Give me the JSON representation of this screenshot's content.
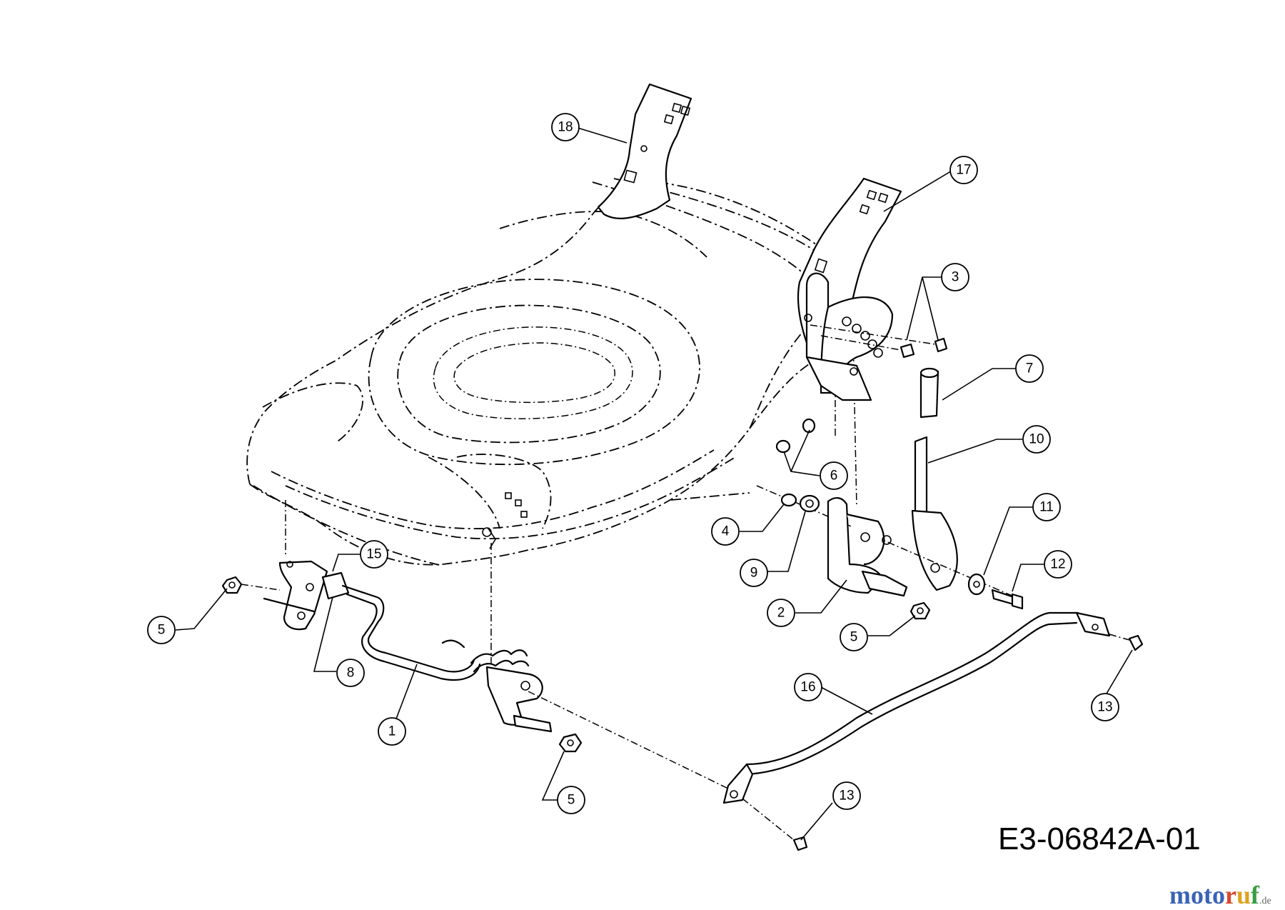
{
  "drawing_code": "E3-06842A-01",
  "watermark": {
    "part1": "moto",
    "part2": "r",
    "part3": "u",
    "part4": "f",
    "tld": ".de"
  },
  "callouts": [
    {
      "id": "c1",
      "label": "1"
    },
    {
      "id": "c2",
      "label": "2"
    },
    {
      "id": "c3",
      "label": "3"
    },
    {
      "id": "c4",
      "label": "4"
    },
    {
      "id": "c5a",
      "label": "5"
    },
    {
      "id": "c5b",
      "label": "5"
    },
    {
      "id": "c5c",
      "label": "5"
    },
    {
      "id": "c6",
      "label": "6"
    },
    {
      "id": "c7",
      "label": "7"
    },
    {
      "id": "c8",
      "label": "8"
    },
    {
      "id": "c9",
      "label": "9"
    },
    {
      "id": "c10",
      "label": "10"
    },
    {
      "id": "c11",
      "label": "11"
    },
    {
      "id": "c12",
      "label": "12"
    },
    {
      "id": "c13a",
      "label": "13"
    },
    {
      "id": "c13b",
      "label": "13"
    },
    {
      "id": "c15",
      "label": "15"
    },
    {
      "id": "c16",
      "label": "16"
    },
    {
      "id": "c17",
      "label": "17"
    },
    {
      "id": "c18",
      "label": "18"
    }
  ]
}
